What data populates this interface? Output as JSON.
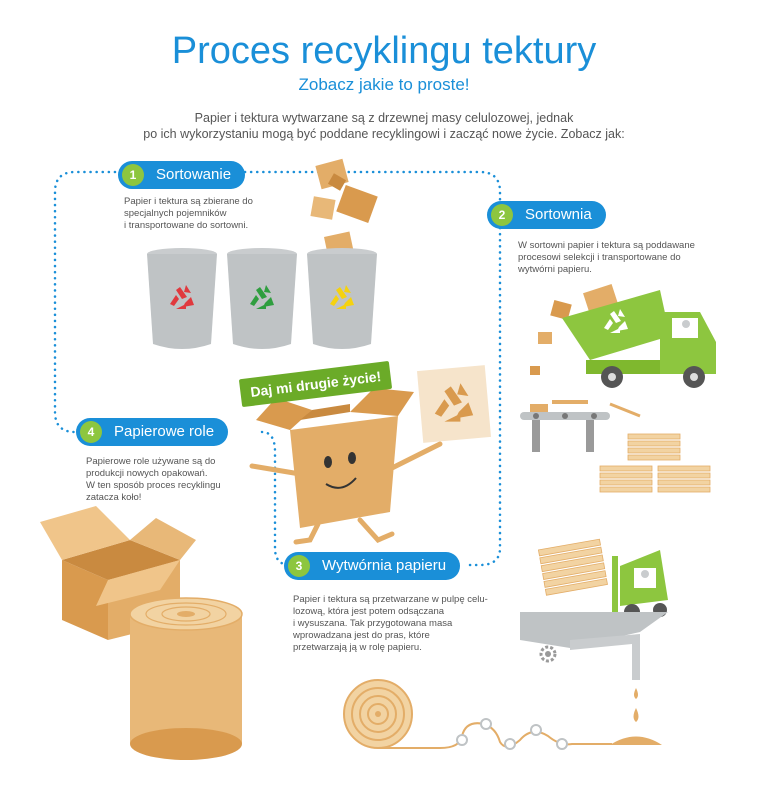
{
  "header": {
    "title": "Proces recyklingu tektury",
    "subtitle": "Zobacz jakie to proste!",
    "intro_line1": "Papier i tektura wytwarzane są z drzewnej masy celulozowej, jednak",
    "intro_line2": "po ich wykorzystaniu mogą być poddane recyklingowi i zacząć nowe życie. Zobacz jak:"
  },
  "steps": [
    {
      "number": "1",
      "label": "Sortowanie",
      "desc": [
        "Papier i tektura są zbierane do",
        "specjalnych pojemników",
        "i transportowane do sortowni."
      ]
    },
    {
      "number": "2",
      "label": "Sortownia",
      "desc": [
        "W sortowni papier i tektura są poddawane",
        "procesowi selekcji i transportowane do",
        "wytwórni papieru."
      ]
    },
    {
      "number": "3",
      "label": "Wytwórnia papieru",
      "desc": [
        "Papier i tektura są przetwarzane w pulpę celu-",
        "lozową,  która jest potem odsączana",
        "i wysuszana. Tak przygotowana masa",
        "wprowadzana jest do pras, które",
        "przetwarzają ją w rolę papieru."
      ]
    },
    {
      "number": "4",
      "label": "Papierowe role",
      "desc": [
        "Papierowe role używane są do",
        "produkcji nowych opakowań.",
        "W ten sposób proces recyklingu",
        "zatacza koło!"
      ]
    }
  ],
  "badge": {
    "text": "Daj mi drugie życie!"
  },
  "colors": {
    "blue": "#1a8fd8",
    "green": "#8dc63f",
    "cardboard": "#e3ad68",
    "red_symbol": "#e0393e",
    "green_symbol": "#2f9e3f",
    "yellow_symbol": "#f5d20f"
  },
  "icons": [
    "recycle-icon",
    "truck-icon",
    "forklift-icon",
    "gear-icon",
    "box-icon",
    "paper-roll-icon"
  ]
}
